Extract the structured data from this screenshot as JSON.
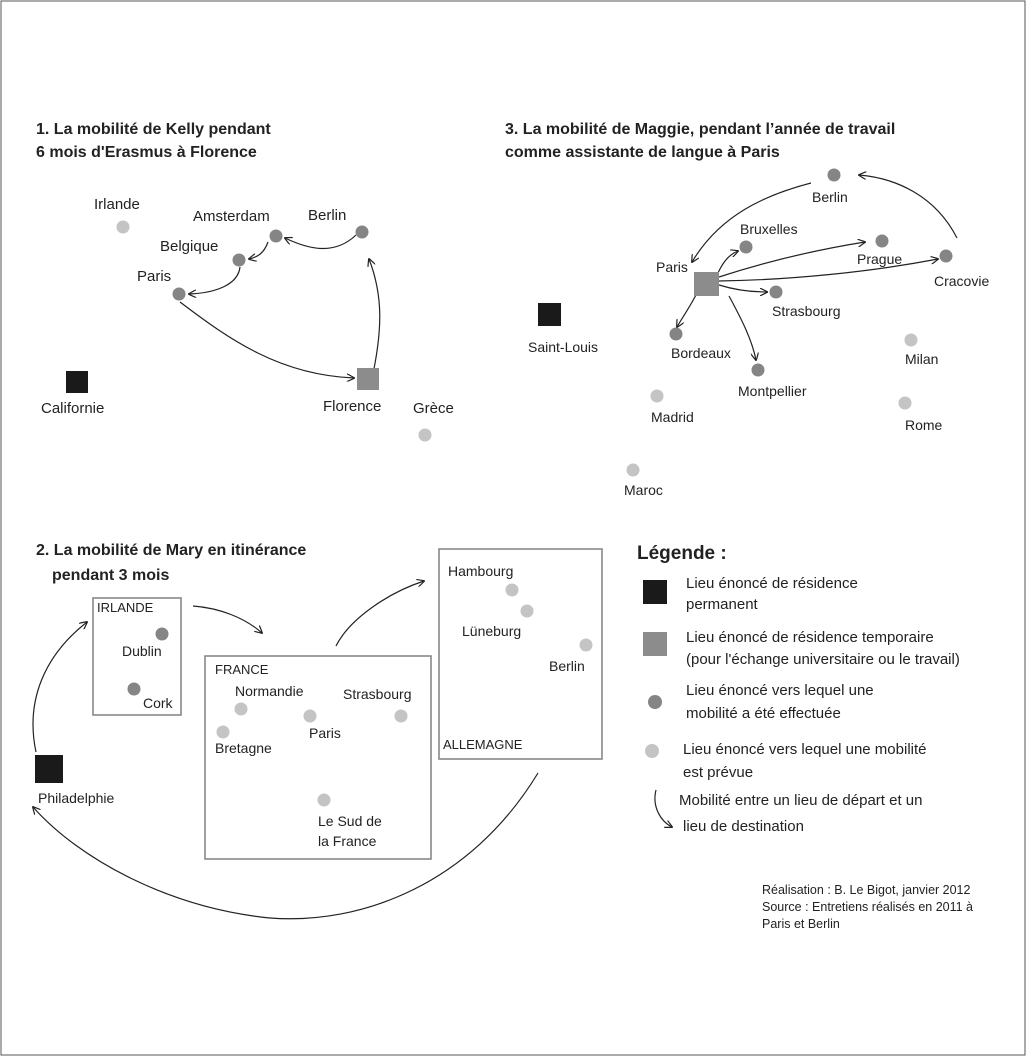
{
  "colors": {
    "permanent": "#1a1a1a",
    "temporary": "#8c8c8c",
    "done": "#858585",
    "planned": "#c4c4c4",
    "border": "#888888"
  },
  "kelly": {
    "title_line1": "1. La mobilité de Kelly pendant",
    "title_line2": "6 mois d'Erasmus à Florence",
    "places": {
      "irlande": "Irlande",
      "amsterdam": "Amsterdam",
      "berlin": "Berlin",
      "belgique": "Belgique",
      "paris": "Paris",
      "californie": "Californie",
      "florence": "Florence",
      "grece": "Grèce"
    }
  },
  "maggie": {
    "title_line1": "3. La mobilité de Maggie, pendant l’année de travail",
    "title_line2": "comme assistante de langue à Paris",
    "places": {
      "berlin": "Berlin",
      "bruxelles": "Bruxelles",
      "paris": "Paris",
      "prague": "Prague",
      "cracovie": "Cracovie",
      "strasbourg": "Strasbourg",
      "saint_louis": "Saint-Louis",
      "bordeaux": "Bordeaux",
      "montpellier": "Montpellier",
      "milan": "Milan",
      "madrid": "Madrid",
      "rome": "Rome",
      "maroc": "Maroc"
    }
  },
  "mary": {
    "title_line1": "2. La mobilité de Mary en itinérance",
    "title_line2": "pendant 3 mois",
    "countries": {
      "irlande": "IRLANDE",
      "france": "FRANCE",
      "allemagne": "ALLEMAGNE"
    },
    "places": {
      "dublin": "Dublin",
      "cork": "Cork",
      "normandie": "Normandie",
      "strasbourg": "Strasbourg",
      "paris": "Paris",
      "bretagne": "Bretagne",
      "sud_line1": "Le Sud de",
      "sud_line2": "la France",
      "hambourg": "Hambourg",
      "luneburg": "Lüneburg",
      "berlin": "Berlin",
      "philadelphie": "Philadelphie"
    }
  },
  "legend": {
    "title": "Légende :",
    "permanent_line1": "Lieu énoncé de résidence",
    "permanent_line2": "permanent",
    "temporary_line1": "Lieu énoncé de résidence temporaire",
    "temporary_line2": "(pour l'échange universitaire ou le travail)",
    "done_line1": "Lieu énoncé vers lequel une",
    "done_line2": "mobilité a été effectuée",
    "planned_line1": "Lieu énoncé vers lequel une mobilité",
    "planned_line2": "est prévue",
    "arrow_line1": "Mobilité entre un lieu de départ et un",
    "arrow_line2": "lieu de destination"
  },
  "credits": {
    "line1": "Réalisation : B. Le Bigot, janvier 2012",
    "line2": "Source : Entretiens réalisés en 2011 à",
    "line3": "Paris et Berlin"
  }
}
